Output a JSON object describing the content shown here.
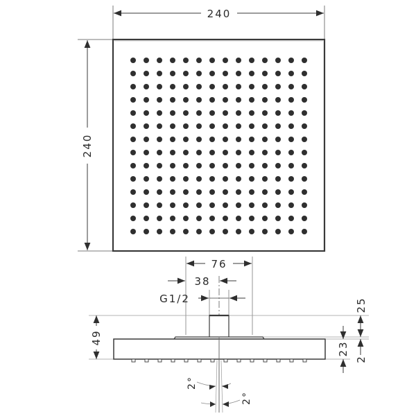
{
  "drawing": {
    "title": "Square overhead shower technical drawing",
    "colors": {
      "line": "#3a3a3a",
      "thin": "#7a7a7a",
      "dot": "#2f2f2f",
      "bg": "#ffffff"
    },
    "top_view": {
      "width_label": "240",
      "height_label": "240",
      "nozzle_rows": 14,
      "nozzle_cols": 14
    },
    "side_view": {
      "connection_span_label": "76",
      "half_span_label": "38",
      "thread_label": "G1/2",
      "height_label": "49",
      "neck_label": "25",
      "body_label": "23",
      "nozzle_label": "2",
      "angle_left_label": "2°",
      "angle_right_label": "2°",
      "nozzle_count": 14
    }
  }
}
